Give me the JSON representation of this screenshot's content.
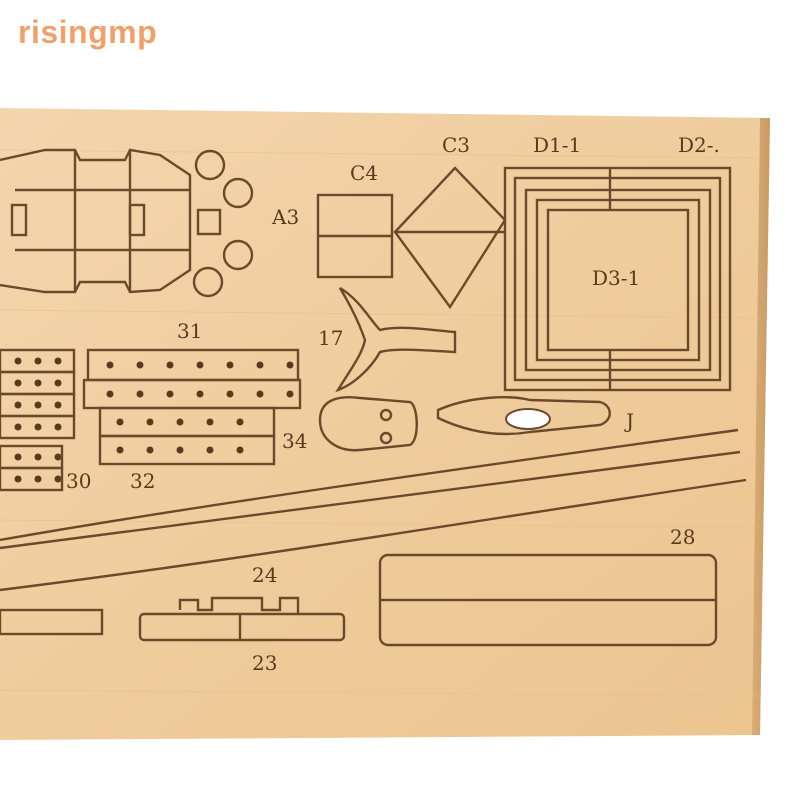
{
  "watermark": "risingmp",
  "colors": {
    "wood": "#f1d1a6",
    "wood_dark": "#e8c089",
    "cut": "#6b4a2c",
    "watermark": "#f2a06a"
  },
  "labels": {
    "a3": "A3",
    "c4": "C4",
    "c3": "C3",
    "d1": "D1-1",
    "d2": "D2-.",
    "d3": "D3-1",
    "p31": "31",
    "p17": "17",
    "j": "J",
    "p34": "34",
    "p30": "30",
    "p32": "32",
    "p28": "28",
    "p24": "24",
    "p23": "23"
  }
}
